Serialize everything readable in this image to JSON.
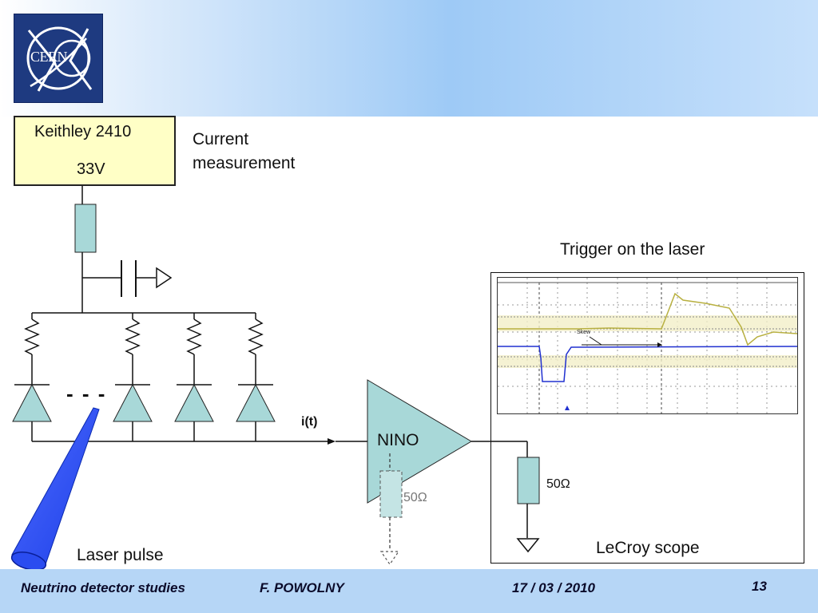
{
  "header": {
    "logo_text": "CERN"
  },
  "keithley": {
    "name": "Keithley 2410",
    "voltage": "33V"
  },
  "labels": {
    "current_measurement_line1": "Current",
    "current_measurement_line2": "measurement",
    "trigger": "Trigger on the laser",
    "current_signal": "i(t)",
    "amplifier": "NINO",
    "resistor_internal": "50Ω",
    "resistor_scope": "50Ω",
    "laser": "Laser pulse",
    "scope": "LeCroy scope",
    "skew": "Skew",
    "diode_gap": "- - -"
  },
  "footer": {
    "topic": "Neutrino detector studies",
    "author": "F. POWOLNY",
    "date": "17 / 03 / 2010",
    "page": "13"
  },
  "colors": {
    "component_fill": "#a8d8d8",
    "box_fill": "#ffffc6",
    "laser_blue": "#1c3fe8",
    "trace_yellow": "#b8b040",
    "trace_blue": "#2030d0",
    "footer_bg": "#b6d6f6"
  }
}
